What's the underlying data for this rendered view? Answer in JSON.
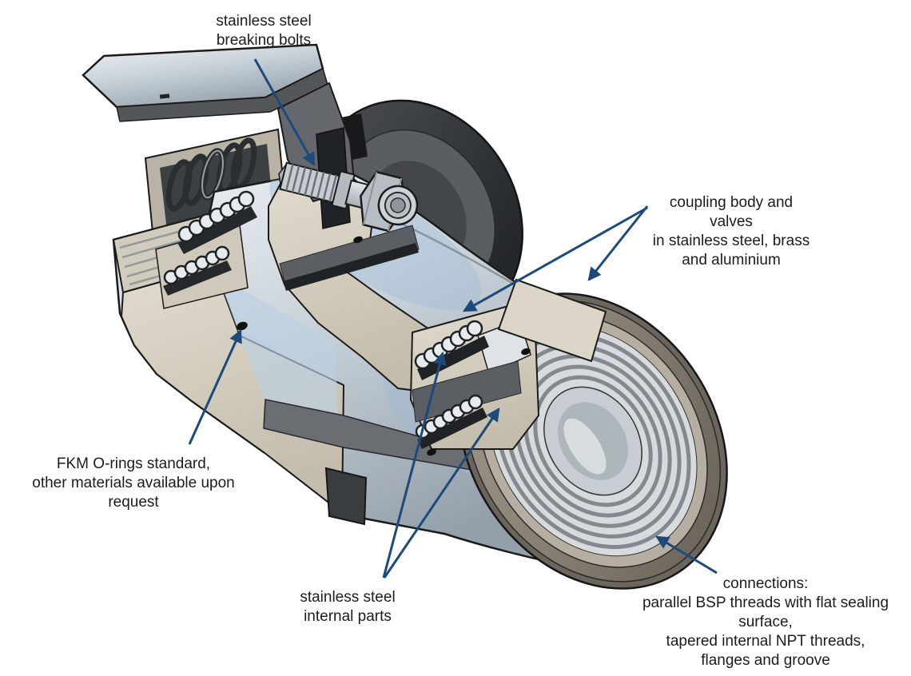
{
  "figure": {
    "background_color": "#ffffff",
    "arrow_color": "#1b4a7b",
    "text_color": "#1c1c1c"
  },
  "annotations": {
    "breaking_bolts": {
      "text": "stainless steel\nbreaking bolts"
    },
    "coupling_body": {
      "text": "coupling body and\nvalves\nin stainless steel, brass\nand aluminium"
    },
    "o_rings": {
      "text": "FKM O-rings standard,\nother materials available upon\nrequest"
    },
    "internal_parts": {
      "text": "stainless steel\ninternal parts"
    },
    "connections": {
      "text": "connections:\nparallel BSP threads with flat sealing\nsurface,\ntapered internal NPT threads,\nflanges and groove"
    }
  }
}
